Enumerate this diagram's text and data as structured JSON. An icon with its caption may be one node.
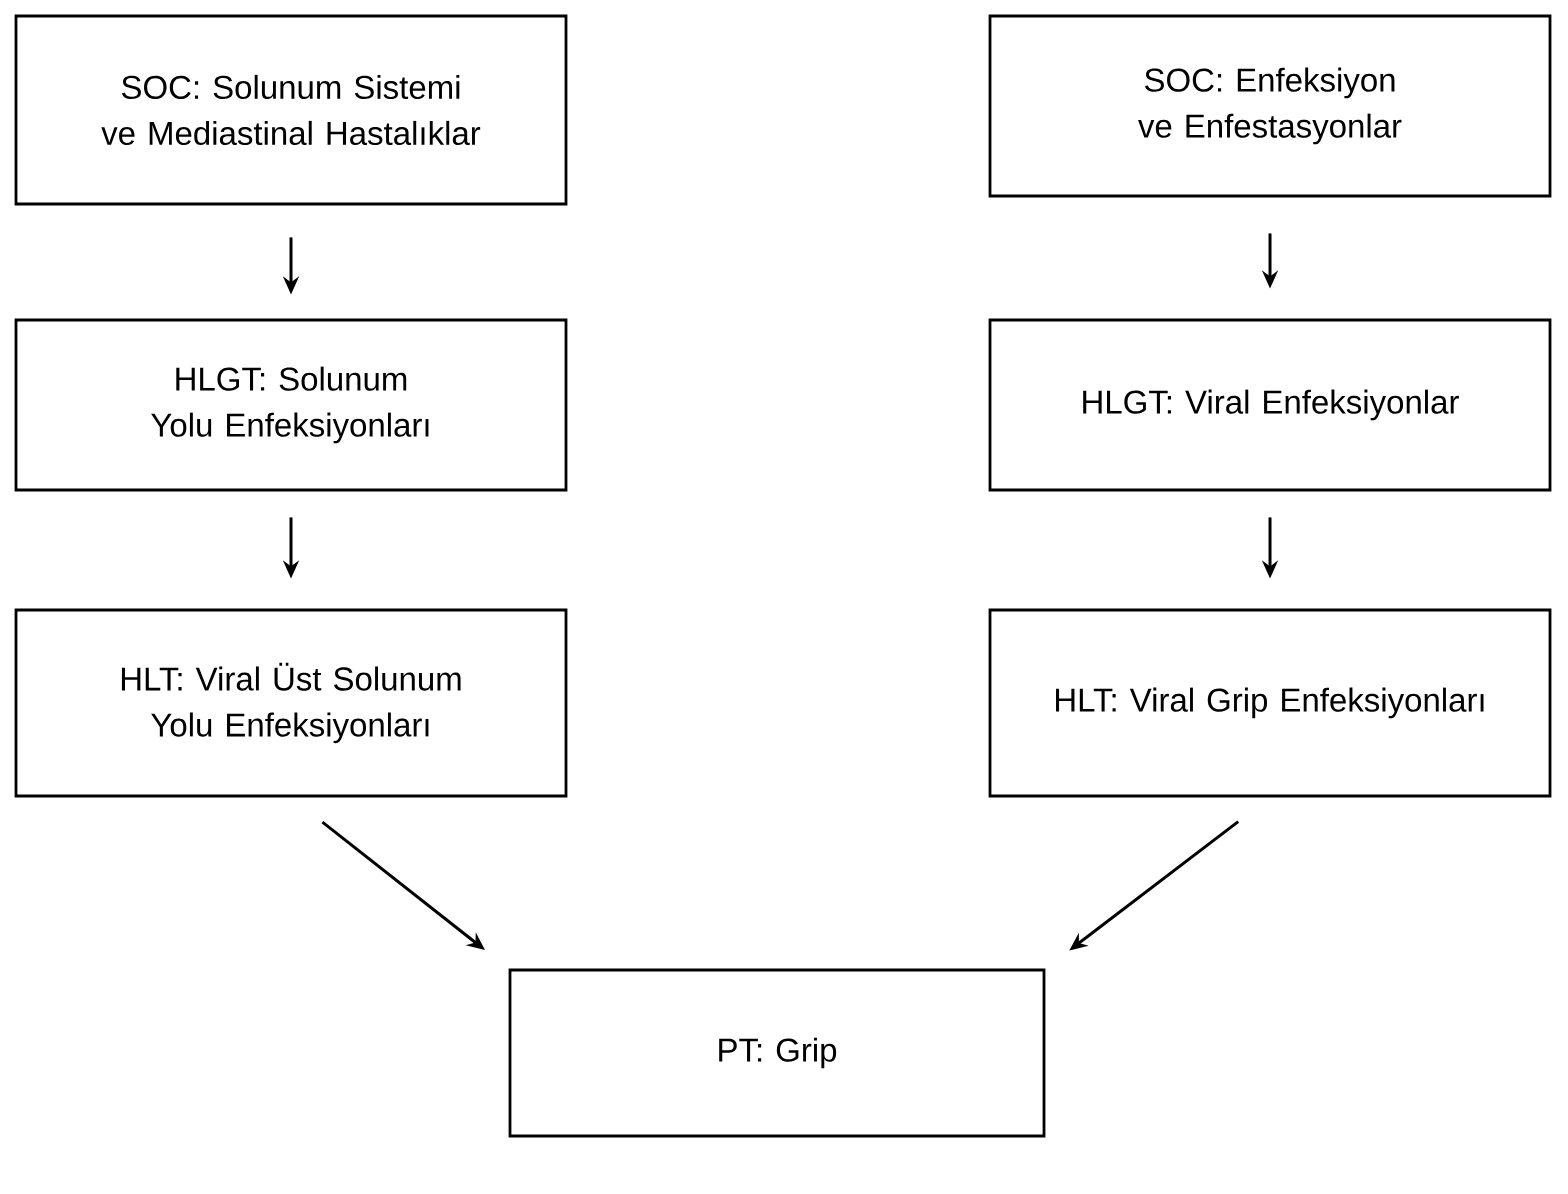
{
  "diagram": {
    "nodes": [
      {
        "text": [
          "SOC: Solunum Sistemi ve Mediastinal Hastalıklar"
        ]
      },
      {
        "text": [
          "SOC: Enfeksiyon ve Enfestasyonlar"
        ]
      },
      {
        "text": [
          "HLGT: Solunum Yolu Enfeksiyonları"
        ]
      },
      {
        "text": [
          "HLGT: Viral Enfeksiyonlar"
        ]
      },
      {
        "text": [
          "HLT: Viral Üst Solunum Yolu Enfeksiyonları"
        ]
      },
      {
        "text": [
          "HLT: Viral Grip Enfeksiyonları"
        ]
      },
      {
        "text": [
          "PT: Grip"
        ]
      }
    ],
    "edges": [
      {
        "from": 0,
        "to": 2,
        "arrow": "to"
      },
      {
        "from": 2,
        "to": 4,
        "arrow": "to"
      },
      {
        "from": 1,
        "to": 3,
        "arrow": "to"
      },
      {
        "from": 3,
        "to": 5,
        "arrow": "to"
      },
      {
        "from": 4,
        "to": 6,
        "arrow": "to"
      },
      {
        "from": 5,
        "to": 6,
        "arrow": "to"
      }
    ]
  }
}
